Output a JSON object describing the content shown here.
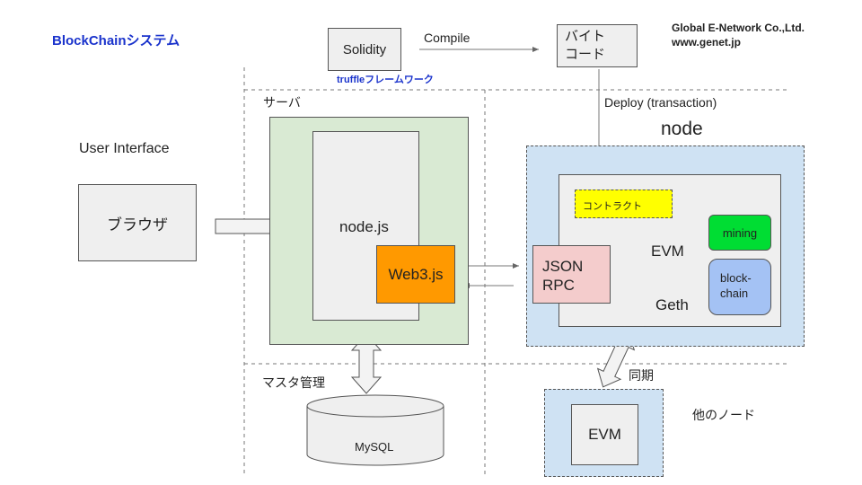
{
  "title": "BlockChainシステム",
  "company": {
    "name": "Global E-Network Co.,Ltd.",
    "url": "www.genet.jp"
  },
  "solidity": {
    "label": "Solidity",
    "framework": "truffleフレームワーク"
  },
  "compile_label": "Compile",
  "bytecode": {
    "line1": "バイト",
    "line2": "コード"
  },
  "deploy_label": "Deploy (transaction)",
  "server": {
    "label": "サーバ",
    "nodejs": "node.js",
    "web3": "Web3.js"
  },
  "user_interface": {
    "label": "User Interface",
    "browser": "ブラウザ"
  },
  "node": {
    "label": "node",
    "contract": "コントラクト",
    "evm": "EVM",
    "mining": "mining",
    "blockchain_line1": "block-",
    "blockchain_line2": "chain",
    "jsonrpc_line1": "JSON",
    "jsonrpc_line2": "RPC",
    "geth": "Geth"
  },
  "master_label": "マスタ管理",
  "mysql": "MySQL",
  "sync_label": "同期",
  "other_node": {
    "label": "他のノード",
    "evm": "EVM"
  },
  "colors": {
    "title_blue": "#1a33cc",
    "server_green": "#d9ead3",
    "node_blue": "#cfe2f3",
    "web3_orange": "#ff9900",
    "contract_yellow": "#ffff00",
    "mining_green": "#00dd33",
    "blockchain_blue": "#a4c2f4",
    "jsonrpc_pink": "#f4cccc",
    "box_gray": "#efefef"
  }
}
